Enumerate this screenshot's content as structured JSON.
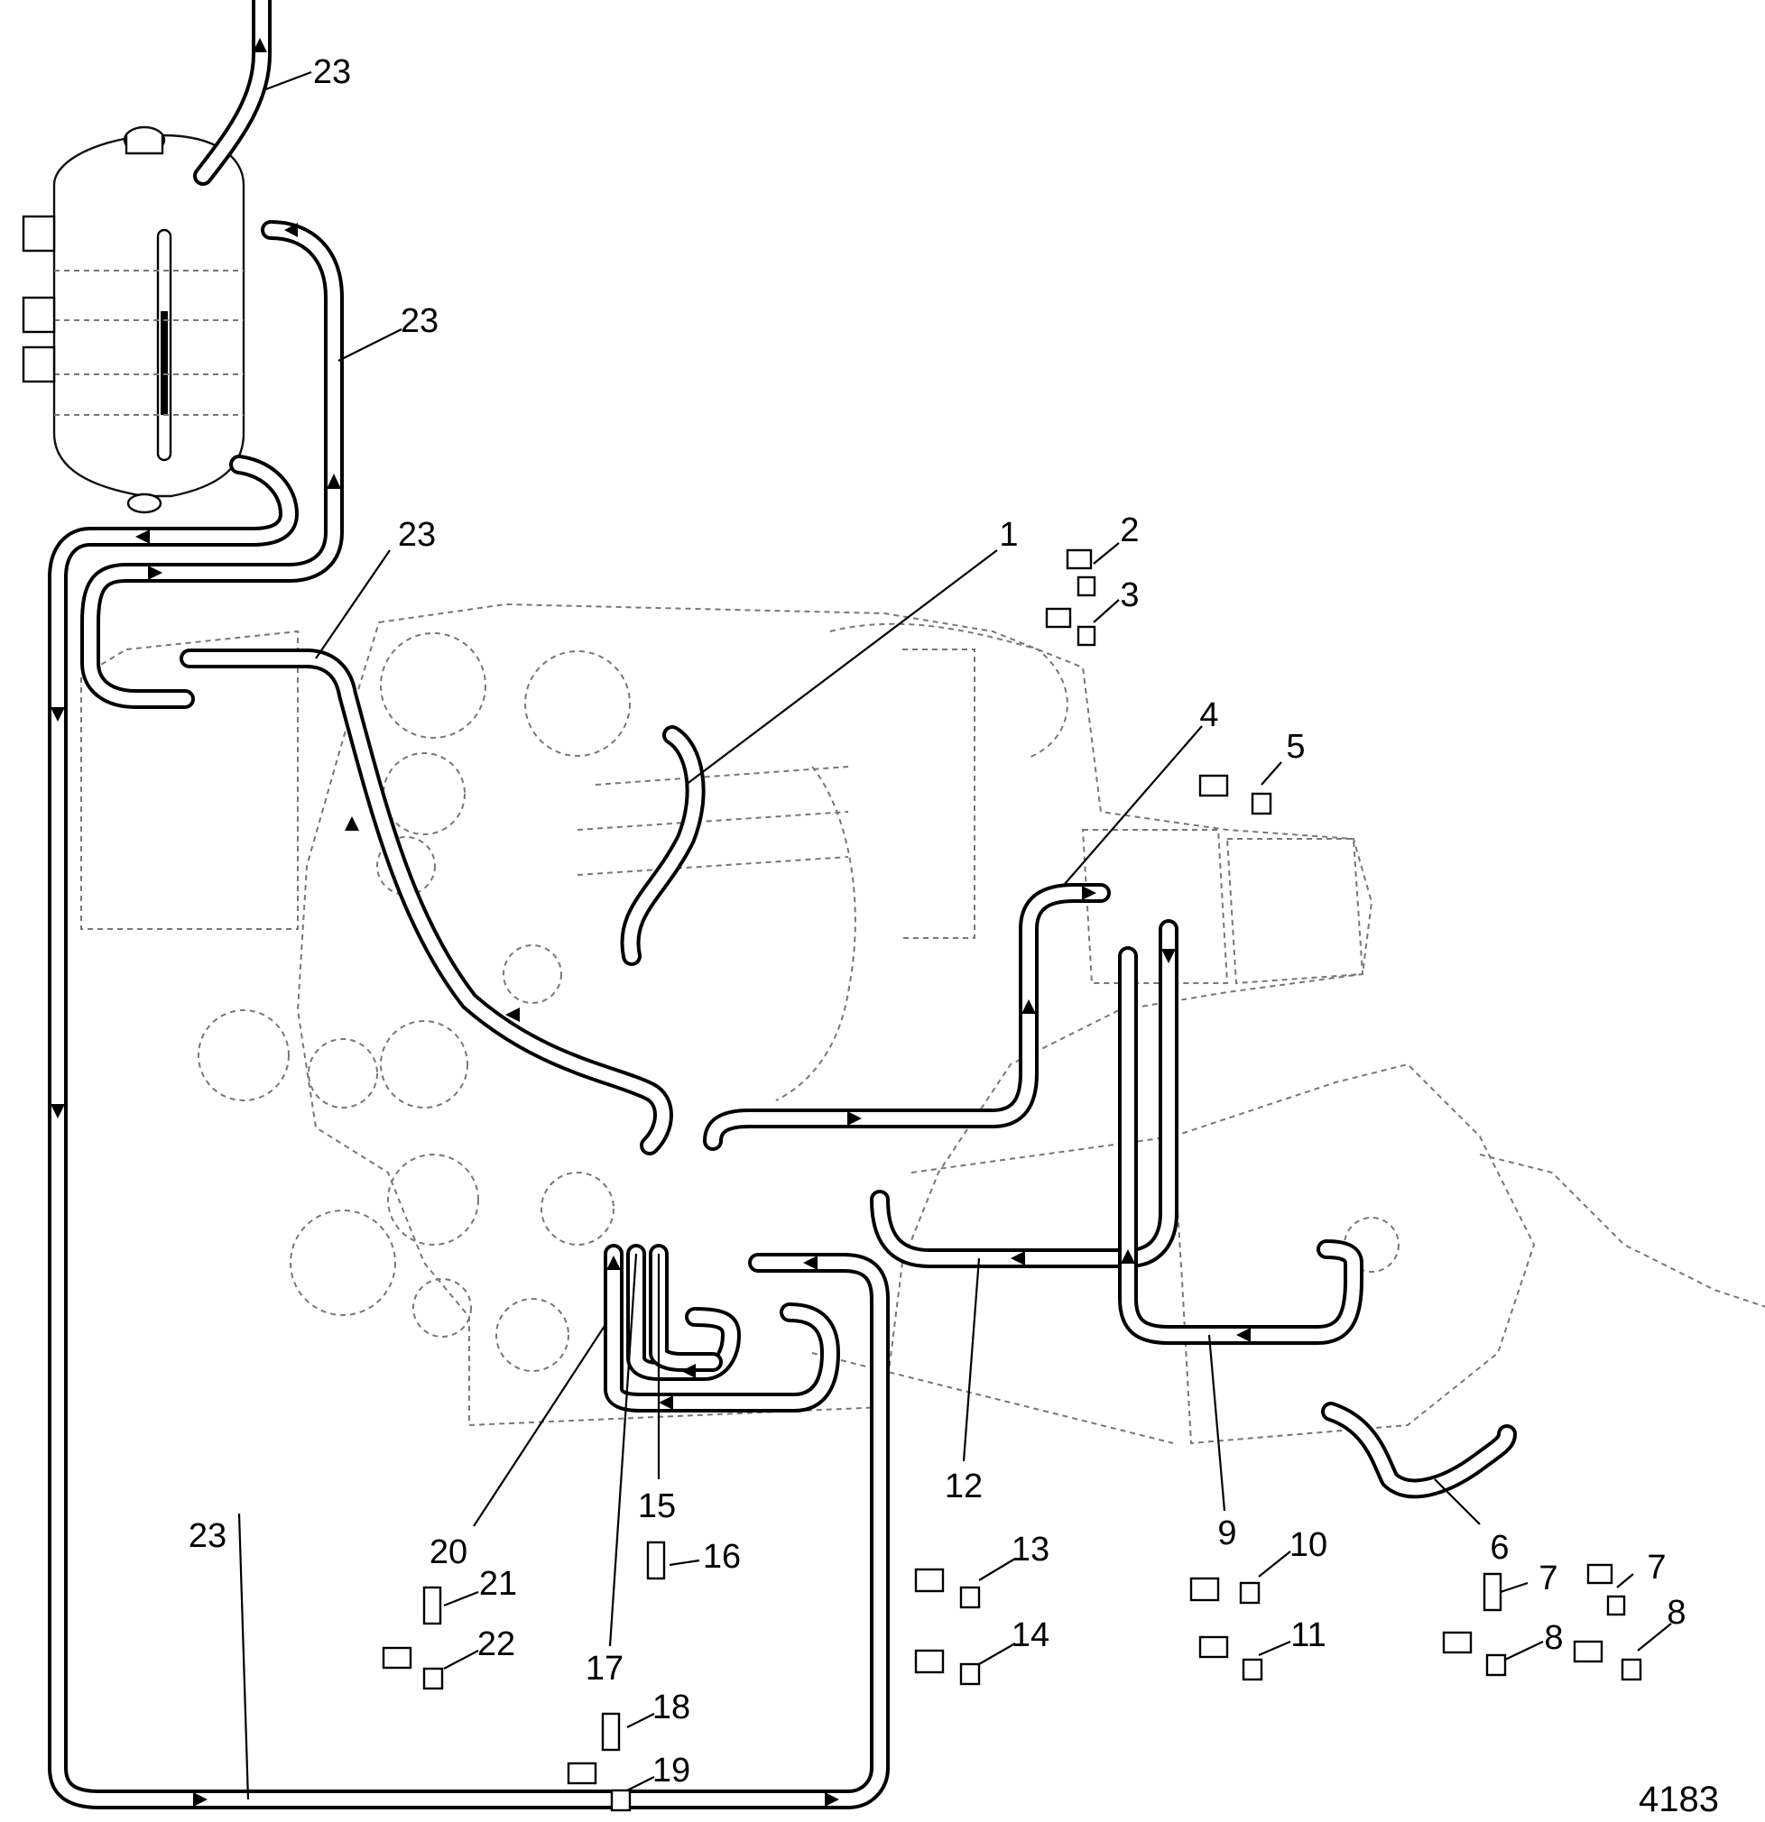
{
  "figure": {
    "reference_number": "4183",
    "callouts": [
      {
        "id": "c1",
        "text": "1"
      },
      {
        "id": "c2",
        "text": "2"
      },
      {
        "id": "c3",
        "text": "3"
      },
      {
        "id": "c4",
        "text": "4"
      },
      {
        "id": "c5",
        "text": "5"
      },
      {
        "id": "c6",
        "text": "6"
      },
      {
        "id": "c7a",
        "text": "7"
      },
      {
        "id": "c7b",
        "text": "7"
      },
      {
        "id": "c8a",
        "text": "8"
      },
      {
        "id": "c8b",
        "text": "8"
      },
      {
        "id": "c9",
        "text": "9"
      },
      {
        "id": "c10",
        "text": "10"
      },
      {
        "id": "c11",
        "text": "11"
      },
      {
        "id": "c12",
        "text": "12"
      },
      {
        "id": "c13",
        "text": "13"
      },
      {
        "id": "c14",
        "text": "14"
      },
      {
        "id": "c15",
        "text": "15"
      },
      {
        "id": "c16",
        "text": "16"
      },
      {
        "id": "c17",
        "text": "17"
      },
      {
        "id": "c18",
        "text": "18"
      },
      {
        "id": "c19",
        "text": "19"
      },
      {
        "id": "c20",
        "text": "20"
      },
      {
        "id": "c21",
        "text": "21"
      },
      {
        "id": "c22",
        "text": "22"
      },
      {
        "id": "c23a",
        "text": "23"
      },
      {
        "id": "c23b",
        "text": "23"
      },
      {
        "id": "c23c",
        "text": "23"
      },
      {
        "id": "c23d",
        "text": "23"
      }
    ]
  }
}
